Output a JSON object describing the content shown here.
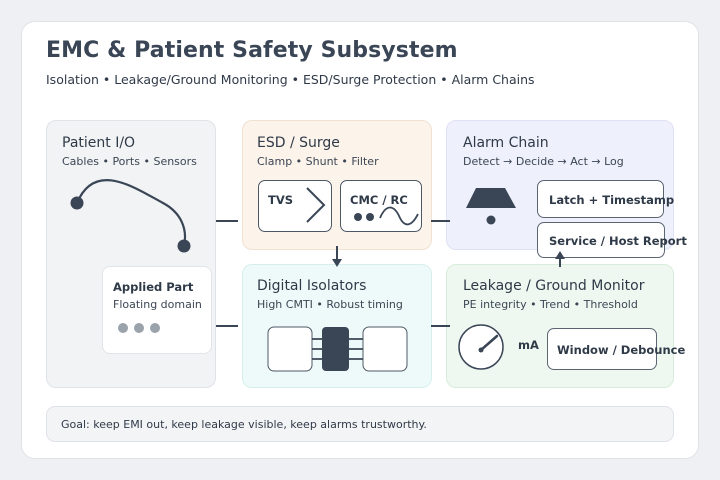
{
  "header": {
    "title": "EMC & Patient Safety Subsystem",
    "subtitle": "Isolation • Leakage/Ground Monitoring • ESD/Surge Protection • Alarm Chains"
  },
  "panels": {
    "patient_io": {
      "title": "Patient I/O",
      "subtitle": "Cables • Ports • Sensors",
      "applied_part": {
        "title": "Applied Part",
        "subtitle": "Floating domain"
      }
    },
    "esd_surge": {
      "title": "ESD / Surge",
      "subtitle": "Clamp • Shunt • Filter",
      "tvs_label": "TVS",
      "cmc_label": "CMC / RC"
    },
    "alarm_chain": {
      "title": "Alarm Chain",
      "subtitle": "Detect → Decide → Act → Log",
      "latch_label": "Latch + Timestamp",
      "service_label": "Service / Host Report",
      "bell_icon": "alarm-bell-icon"
    },
    "digital_isolators": {
      "title": "Digital Isolators",
      "subtitle": "High CMTI • Robust timing"
    },
    "leakage_ground": {
      "title": "Leakage / Ground Monitor",
      "subtitle": "PE integrity • Trend • Threshold",
      "unit_label": "mA",
      "window_label": "Window / Debounce"
    }
  },
  "footer": {
    "goal": "Goal: keep EMI out, keep leakage visible, keep alarms trustworthy."
  },
  "colors": {
    "ink": "#3a4656",
    "esd_bg": "#fcf3ea",
    "alarm_bg": "#eef0fb",
    "isolator_bg": "#eefaf9",
    "leakage_bg": "#eff8f0",
    "patient_bg": "#f2f3f5"
  }
}
